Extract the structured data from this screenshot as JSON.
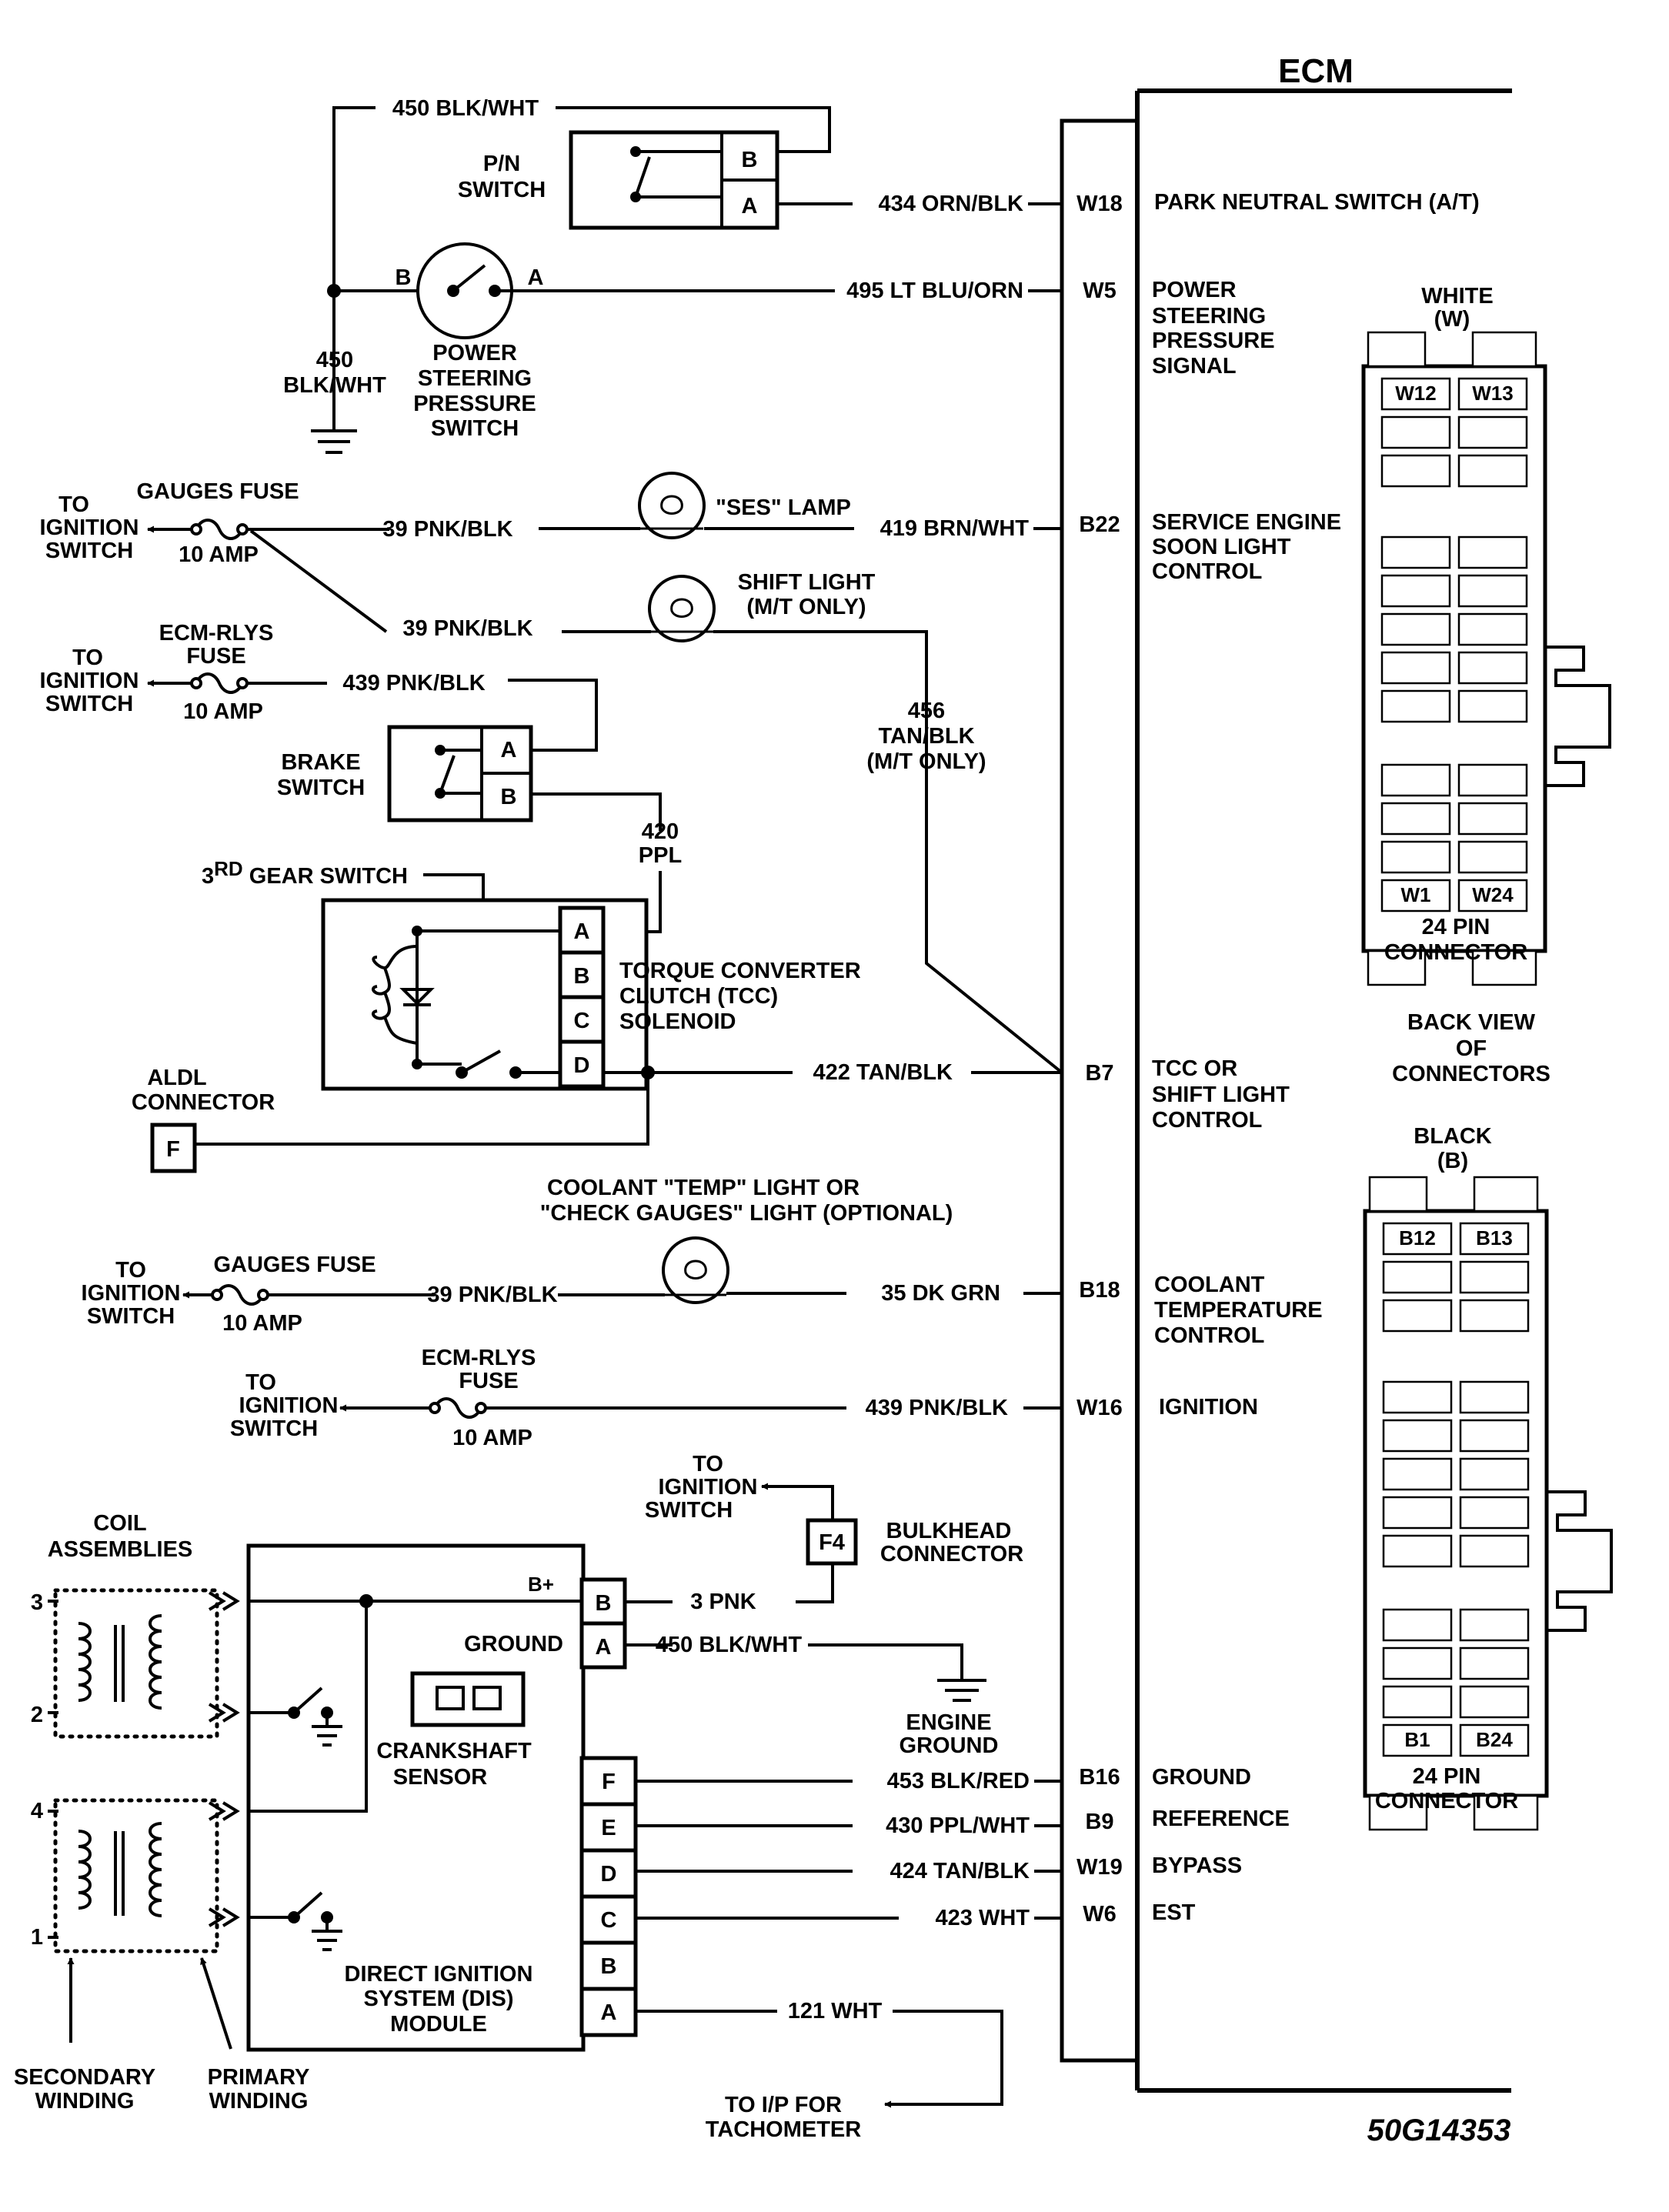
{
  "drawing_id": "50G14353",
  "ecm": {
    "title": "ECM",
    "pins": [
      {
        "wire": "434 ORN/BLK",
        "pin": "W18",
        "fn": [
          "PARK NEUTRAL SWITCH (A/T)"
        ]
      },
      {
        "wire": "495 LT BLU/ORN",
        "pin": "W5",
        "fn": [
          "POWER",
          "STEERING",
          "PRESSURE",
          "SIGNAL"
        ]
      },
      {
        "wire": "419 BRN/WHT",
        "pin": "B22",
        "fn": [
          "SERVICE ENGINE",
          "SOON LIGHT",
          "CONTROL"
        ]
      },
      {
        "wire": "422 TAN/BLK",
        "pin": "B7",
        "fn": [
          "TCC OR",
          "SHIFT LIGHT",
          "CONTROL"
        ]
      },
      {
        "wire": "35 DK GRN",
        "pin": "B18",
        "fn": [
          "COOLANT",
          "TEMPERATURE",
          "CONTROL"
        ]
      },
      {
        "wire": "439 PNK/BLK",
        "pin": "W16",
        "fn": [
          "IGNITION"
        ]
      },
      {
        "wire": "453 BLK/RED",
        "pin": "B16",
        "fn": [
          "GROUND"
        ]
      },
      {
        "wire": "430 PPL/WHT",
        "pin": "B9",
        "fn": [
          "REFERENCE"
        ]
      },
      {
        "wire": "424 TAN/BLK",
        "pin": "W19",
        "fn": [
          "BYPASS"
        ]
      },
      {
        "wire": "423 WHT",
        "pin": "W6",
        "fn": [
          "EST"
        ]
      }
    ]
  },
  "connectors": {
    "white": {
      "title": "WHITE",
      "code": "(W)",
      "top_left": "W12",
      "top_right": "W13",
      "bottom_left": "W1",
      "bottom_right": "W24",
      "caption": [
        "24 PIN",
        "CONNECTOR"
      ]
    },
    "back_view": [
      "BACK VIEW",
      "OF",
      "CONNECTORS"
    ],
    "black": {
      "title": "BLACK",
      "code": "(B)",
      "top_left": "B12",
      "top_right": "B13",
      "bottom_left": "B1",
      "bottom_right": "B24",
      "caption": [
        "24 PIN",
        "CONNECTOR"
      ]
    }
  },
  "pn_switch": {
    "wire_top": "450 BLK/WHT",
    "label": [
      "P/N",
      "SWITCH"
    ],
    "terminal_b": "B",
    "terminal_a": "A"
  },
  "ps_switch": {
    "terminal_b": "B",
    "terminal_a": "A",
    "ground_wire": [
      "450",
      "BLK/WHT"
    ],
    "label": [
      "POWER",
      "STEERING",
      "PRESSURE",
      "SWITCH"
    ]
  },
  "ses": {
    "to": [
      "TO",
      "IGNITION",
      "SWITCH"
    ],
    "fuse": "GAUGES FUSE",
    "amp": "10 AMP",
    "wire1": "39 PNK/BLK",
    "lamp": "\"SES\" LAMP"
  },
  "shift_light": {
    "wire": "39 PNK/BLK",
    "label": [
      "SHIFT LIGHT",
      "(M/T ONLY)"
    ],
    "wire_out": [
      "456",
      "TAN/BLK",
      "(M/T ONLY)"
    ]
  },
  "brake": {
    "to": [
      "TO",
      "IGNITION",
      "SWITCH"
    ],
    "fuse": [
      "ECM-RLYS",
      "FUSE"
    ],
    "amp": "10 AMP",
    "wire": "439 PNK/BLK",
    "label": [
      "BRAKE",
      "SWITCH"
    ],
    "terminal_a": "A",
    "terminal_b": "B",
    "wire_out": [
      "420",
      "PPL"
    ]
  },
  "tcc": {
    "gear_switch_prefix": "3",
    "gear_switch_sup": "RD",
    "gear_switch_suffix": " GEAR SWITCH",
    "terminals": [
      "A",
      "B",
      "C",
      "D"
    ],
    "label": [
      "TORQUE CONVERTER",
      "CLUTCH (TCC)",
      "SOLENOID"
    ]
  },
  "aldl": {
    "label": [
      "ALDL",
      "CONNECTOR"
    ],
    "terminal": "F"
  },
  "coolant": {
    "caption": [
      "COOLANT \"TEMP\" LIGHT OR",
      "\"CHECK GAUGES\" LIGHT (OPTIONAL)"
    ],
    "to": [
      "TO",
      "IGNITION",
      "SWITCH"
    ],
    "fuse": "GAUGES FUSE",
    "amp": "10 AMP",
    "wire1": "39 PNK/BLK"
  },
  "ignition_feed": {
    "to": [
      "TO",
      "IGNITION",
      "SWITCH"
    ],
    "fuse": [
      "ECM-RLYS",
      "FUSE"
    ],
    "amp": "10 AMP"
  },
  "bulkhead": {
    "to": [
      "TO",
      "IGNITION",
      "SWITCH"
    ],
    "terminal": "F4",
    "label": [
      "BULKHEAD",
      "CONNECTOR"
    ],
    "wire": "3 PNK"
  },
  "dis": {
    "coil_label": [
      "COIL",
      "ASSEMBLIES"
    ],
    "coil_numbers": [
      "3",
      "2",
      "4",
      "1"
    ],
    "bplus": "B+",
    "ground_label": "GROUND",
    "ground_wire": "450 BLK/WHT",
    "engine_ground": [
      "ENGINE",
      "GROUND"
    ],
    "crank": [
      "CRANKSHAFT",
      "SENSOR"
    ],
    "module": [
      "DIRECT IGNITION",
      "SYSTEM (DIS)",
      "MODULE"
    ],
    "upper_terminals": [
      "B",
      "A"
    ],
    "lower_terminals": [
      "F",
      "E",
      "D",
      "C",
      "B",
      "A"
    ],
    "tach_wire": "121 WHT",
    "tach_label": [
      "TO I/P FOR",
      "TACHOMETER"
    ],
    "secondary": [
      "SECONDARY",
      "WINDING"
    ],
    "primary": [
      "PRIMARY",
      "WINDING"
    ]
  }
}
